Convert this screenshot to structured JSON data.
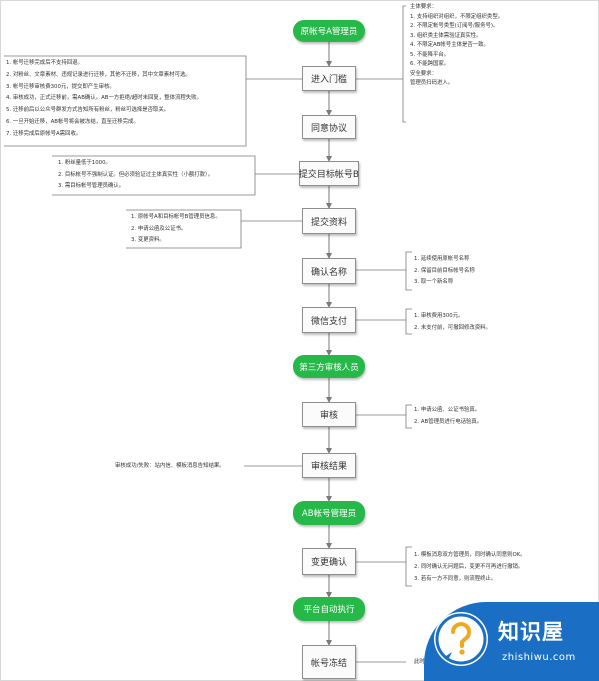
{
  "nodes": {
    "start": "原帐号A管理员",
    "enter": "进入门槛",
    "agree": "同意协议",
    "submit_target": "提交目标帐号B",
    "submit_docs": "提交资料",
    "confirm_name": "确认名称",
    "wechat_pay": "微信支付",
    "third_party": "第三方审核人员",
    "review": "审核",
    "review_result": "审核结果",
    "ab_admin": "AB帐号管理员",
    "change_confirm": "变更确认",
    "platform_auto": "平台自动执行",
    "freeze": "帐号冻结"
  },
  "notes": {
    "top_right": [
      "主体要求：",
      "1. 支持组织对组织，不限定组织类型。",
      "2. 不限定帐号类型(订阅号/服务号)。",
      "3. 组织类主体需验证真实性。",
      "4. 不限定AB帐号主体是否一致。",
      "5. 不能降平台。",
      "6. 不能跨国家。",
      "安全要求：",
      "管理员扫码进入。"
    ],
    "enter_left": [
      "1. 帐号迁移完成后不支持回退。",
      "2. 对粉丝、文章素材、违规记录进行迁移，其他不迁移，其中文章素材可选。",
      "3. 帐号迁移审核费300元，提交即产生审核。",
      "4. 审核成功，正式迁移前，需AB确认。AB一方拒绝/超时未回复，整体流程失败。",
      "5. 迁移前后以公众号群发方式告知所有粉丝，粉丝可选择是否取关。",
      "6. 一旦开始迁移，AB帐号将会被冻结，直至迁移完成。",
      "7. 迁移完成后原帐号A需回收。"
    ],
    "submit_target_left": [
      "1. 粉丝量低于1000。",
      "2. 目标帐号不强制认证。但必须验证过主体真实性（小额打款）。",
      "3. 需目标帐号管理员确认。"
    ],
    "submit_docs_left": [
      "1. 原帐号A和目标帐号B管理员信息。",
      "2. 申请公函及公证书。",
      "3. 变更资料。"
    ],
    "confirm_name_right": [
      "1. 延续使用原帐号名称",
      "2. 保留目前目标帐号名称",
      "3. 取一个新名称"
    ],
    "wechat_pay_right": [
      "1. 审核费用300元。",
      "2. 未支付前，可撤回修改资料。"
    ],
    "review_right": [
      "1. 申请公函、公证书验真。",
      "2. AB管理员进行电话验真。"
    ],
    "review_result_left": [
      "审核成功/失败：站内信、模板消息告知结果。"
    ],
    "change_confirm_right": [
      "1. 模板消息双方管理员，同时确认同意则OK。",
      "2. 同时确认无问题后，变更不可再进行撤销。",
      "3. 若有一方不同意，则流程终止。"
    ],
    "freeze_right": [
      "此时A"
    ]
  },
  "watermark": {
    "name": "知识屋",
    "url": "zhishiwu.com"
  },
  "colors": {
    "terminal": "#27b84a",
    "box_border": "#8e8e8e",
    "connector": "#7a7a7a",
    "logo_blue": "#1a6fc4"
  }
}
